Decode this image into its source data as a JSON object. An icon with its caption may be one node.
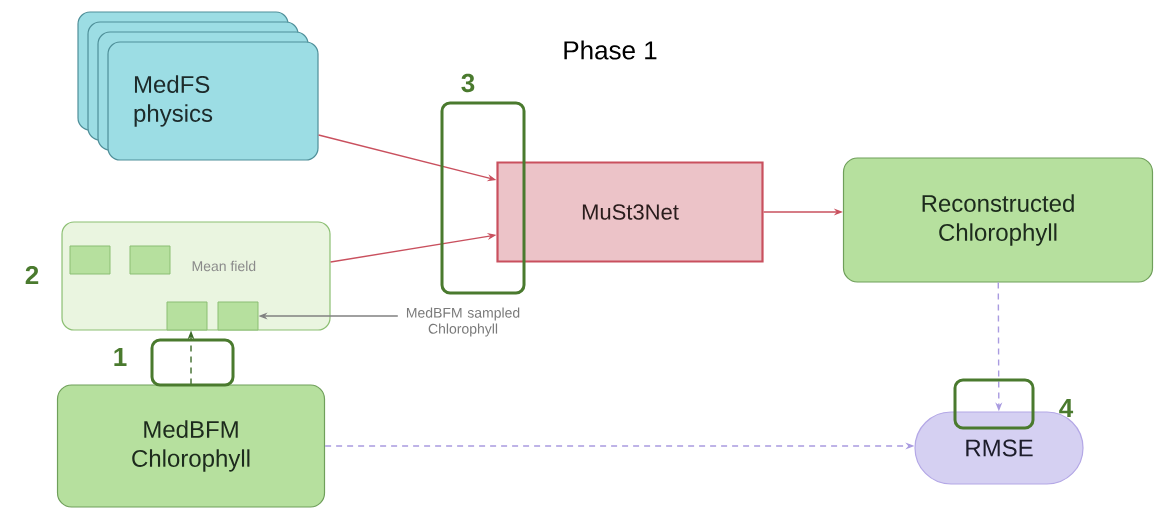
{
  "diagram": {
    "title": "Phase 1",
    "nodes": [
      {
        "text": [
          "MedFS physics"
        ]
      },
      {
        "text": [
          "Mean field"
        ]
      },
      {
        "text": [],
        "shape": "box",
        "in": 1
      },
      {
        "text": [],
        "shape": "box",
        "in": 1
      },
      {
        "text": [],
        "shape": "box",
        "in": 1
      },
      {
        "text": [],
        "shape": "box",
        "in": 1
      },
      {
        "text": [
          "MedBFM sampled Chlorophyll"
        ]
      },
      {
        "text": [
          "MedBFM Chlorophyll"
        ]
      },
      {
        "text": [
          "MuSt3Net"
        ]
      },
      {
        "text": [
          "Reconstructed Chlorophyll"
        ]
      },
      {
        "text": [
          "RMSE"
        ]
      }
    ],
    "edges": [
      {
        "from": 0,
        "to": 8,
        "arrow": "to",
        "color": "#c9505e"
      },
      {
        "from": 1,
        "to": 8,
        "arrow": "to",
        "color": "#c9505e"
      },
      {
        "from": 8,
        "to": 9,
        "arrow": "to",
        "color": "#c9505e"
      },
      {
        "from": 7,
        "to": 1,
        "arrow": "to",
        "style": "dashed",
        "color": "#3d6b2a"
      },
      {
        "from": 6,
        "to": 5,
        "arrow": "to",
        "color": "#808080"
      },
      {
        "from": 9,
        "to": 10,
        "arrow": "to",
        "style": "dashed",
        "color": "#a99be0"
      },
      {
        "from": 7,
        "to": 10,
        "arrow": "to",
        "style": "dashed",
        "color": "#a99be0"
      }
    ],
    "labels": [
      "3",
      "2",
      "1",
      "4"
    ]
  }
}
